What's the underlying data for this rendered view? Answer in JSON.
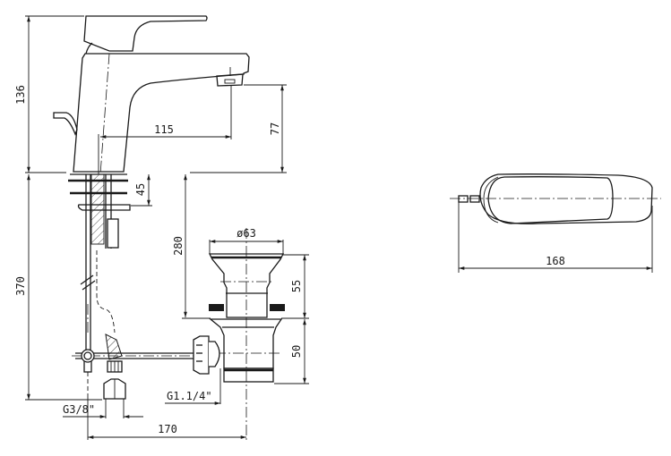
{
  "drawing": {
    "title": "Basin mixer technical drawing",
    "colors": {
      "line": "#1a1a1a",
      "background": "#ffffff"
    }
  },
  "dimensions": {
    "total_height": "136",
    "spout_height": "77",
    "spout_reach": "115",
    "deck_thickness": "45",
    "below_deck_length": "370",
    "waste_length": "280",
    "waste_diameter": "ø63",
    "waste_upper": "55",
    "waste_lower": "50",
    "supply_thread": "G3/8\"",
    "waste_thread": "G1.1/4\"",
    "waste_offset": "170",
    "top_view_length": "168"
  }
}
